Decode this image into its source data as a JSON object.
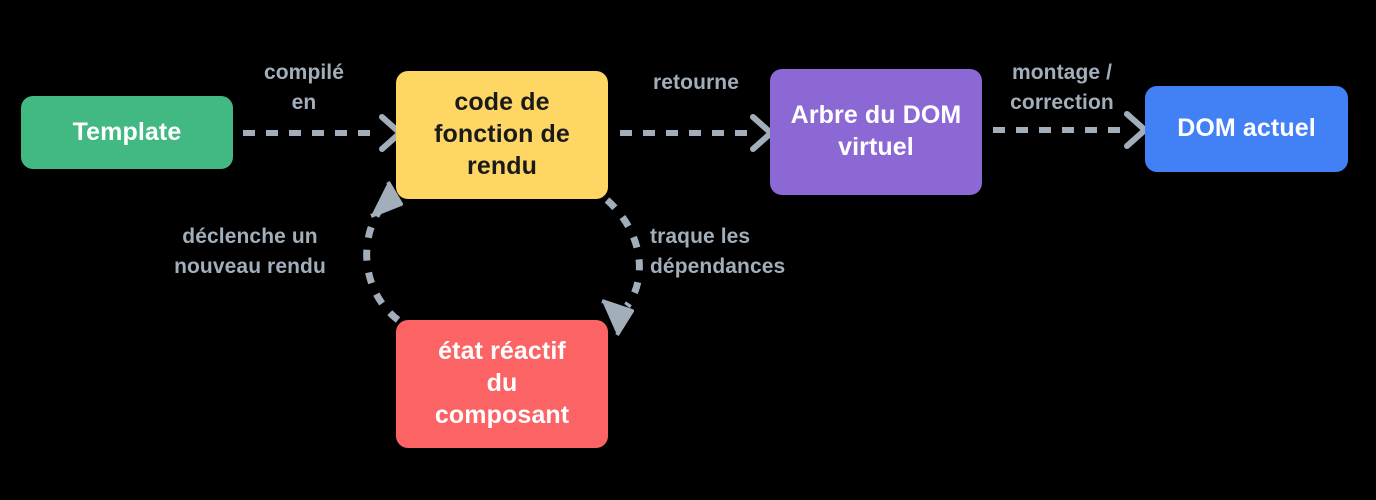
{
  "diagram": {
    "title": "Vue rendering pipeline (French)",
    "background": "#000000",
    "edge_color": "#A2AEB9",
    "nodes": [
      {
        "id": "template",
        "label": "Template",
        "color": "#42B883",
        "text_color": "#FFFFFF"
      },
      {
        "id": "render_fn",
        "label": "code de\nfonction de\nrendu",
        "color": "#FDD663",
        "text_color": "#1A1A1A"
      },
      {
        "id": "vdom",
        "label": "Arbre du DOM\nvirtuel",
        "color": "#8B68D4",
        "text_color": "#FFFFFF"
      },
      {
        "id": "dom",
        "label": "DOM actuel",
        "color": "#4280F5",
        "text_color": "#FFFFFF"
      },
      {
        "id": "state",
        "label": "état réactif\ndu\ncomposant",
        "color": "#FB6364",
        "text_color": "#FFFFFF"
      }
    ],
    "edges": [
      {
        "id": "compile",
        "from": "template",
        "to": "render_fn",
        "label": "compilé\nen",
        "style": "dashed-straight"
      },
      {
        "id": "returns",
        "from": "render_fn",
        "to": "vdom",
        "label": "retourne",
        "style": "dashed-straight"
      },
      {
        "id": "mount",
        "from": "vdom",
        "to": "dom",
        "label": "montage /\ncorrection",
        "style": "dashed-straight"
      },
      {
        "id": "track",
        "from": "render_fn",
        "to": "state",
        "label": "traque les\ndépendances",
        "style": "dashed-curve"
      },
      {
        "id": "rerender",
        "from": "state",
        "to": "render_fn",
        "label": "déclenche un\nnouveau rendu",
        "style": "dashed-curve"
      }
    ]
  }
}
